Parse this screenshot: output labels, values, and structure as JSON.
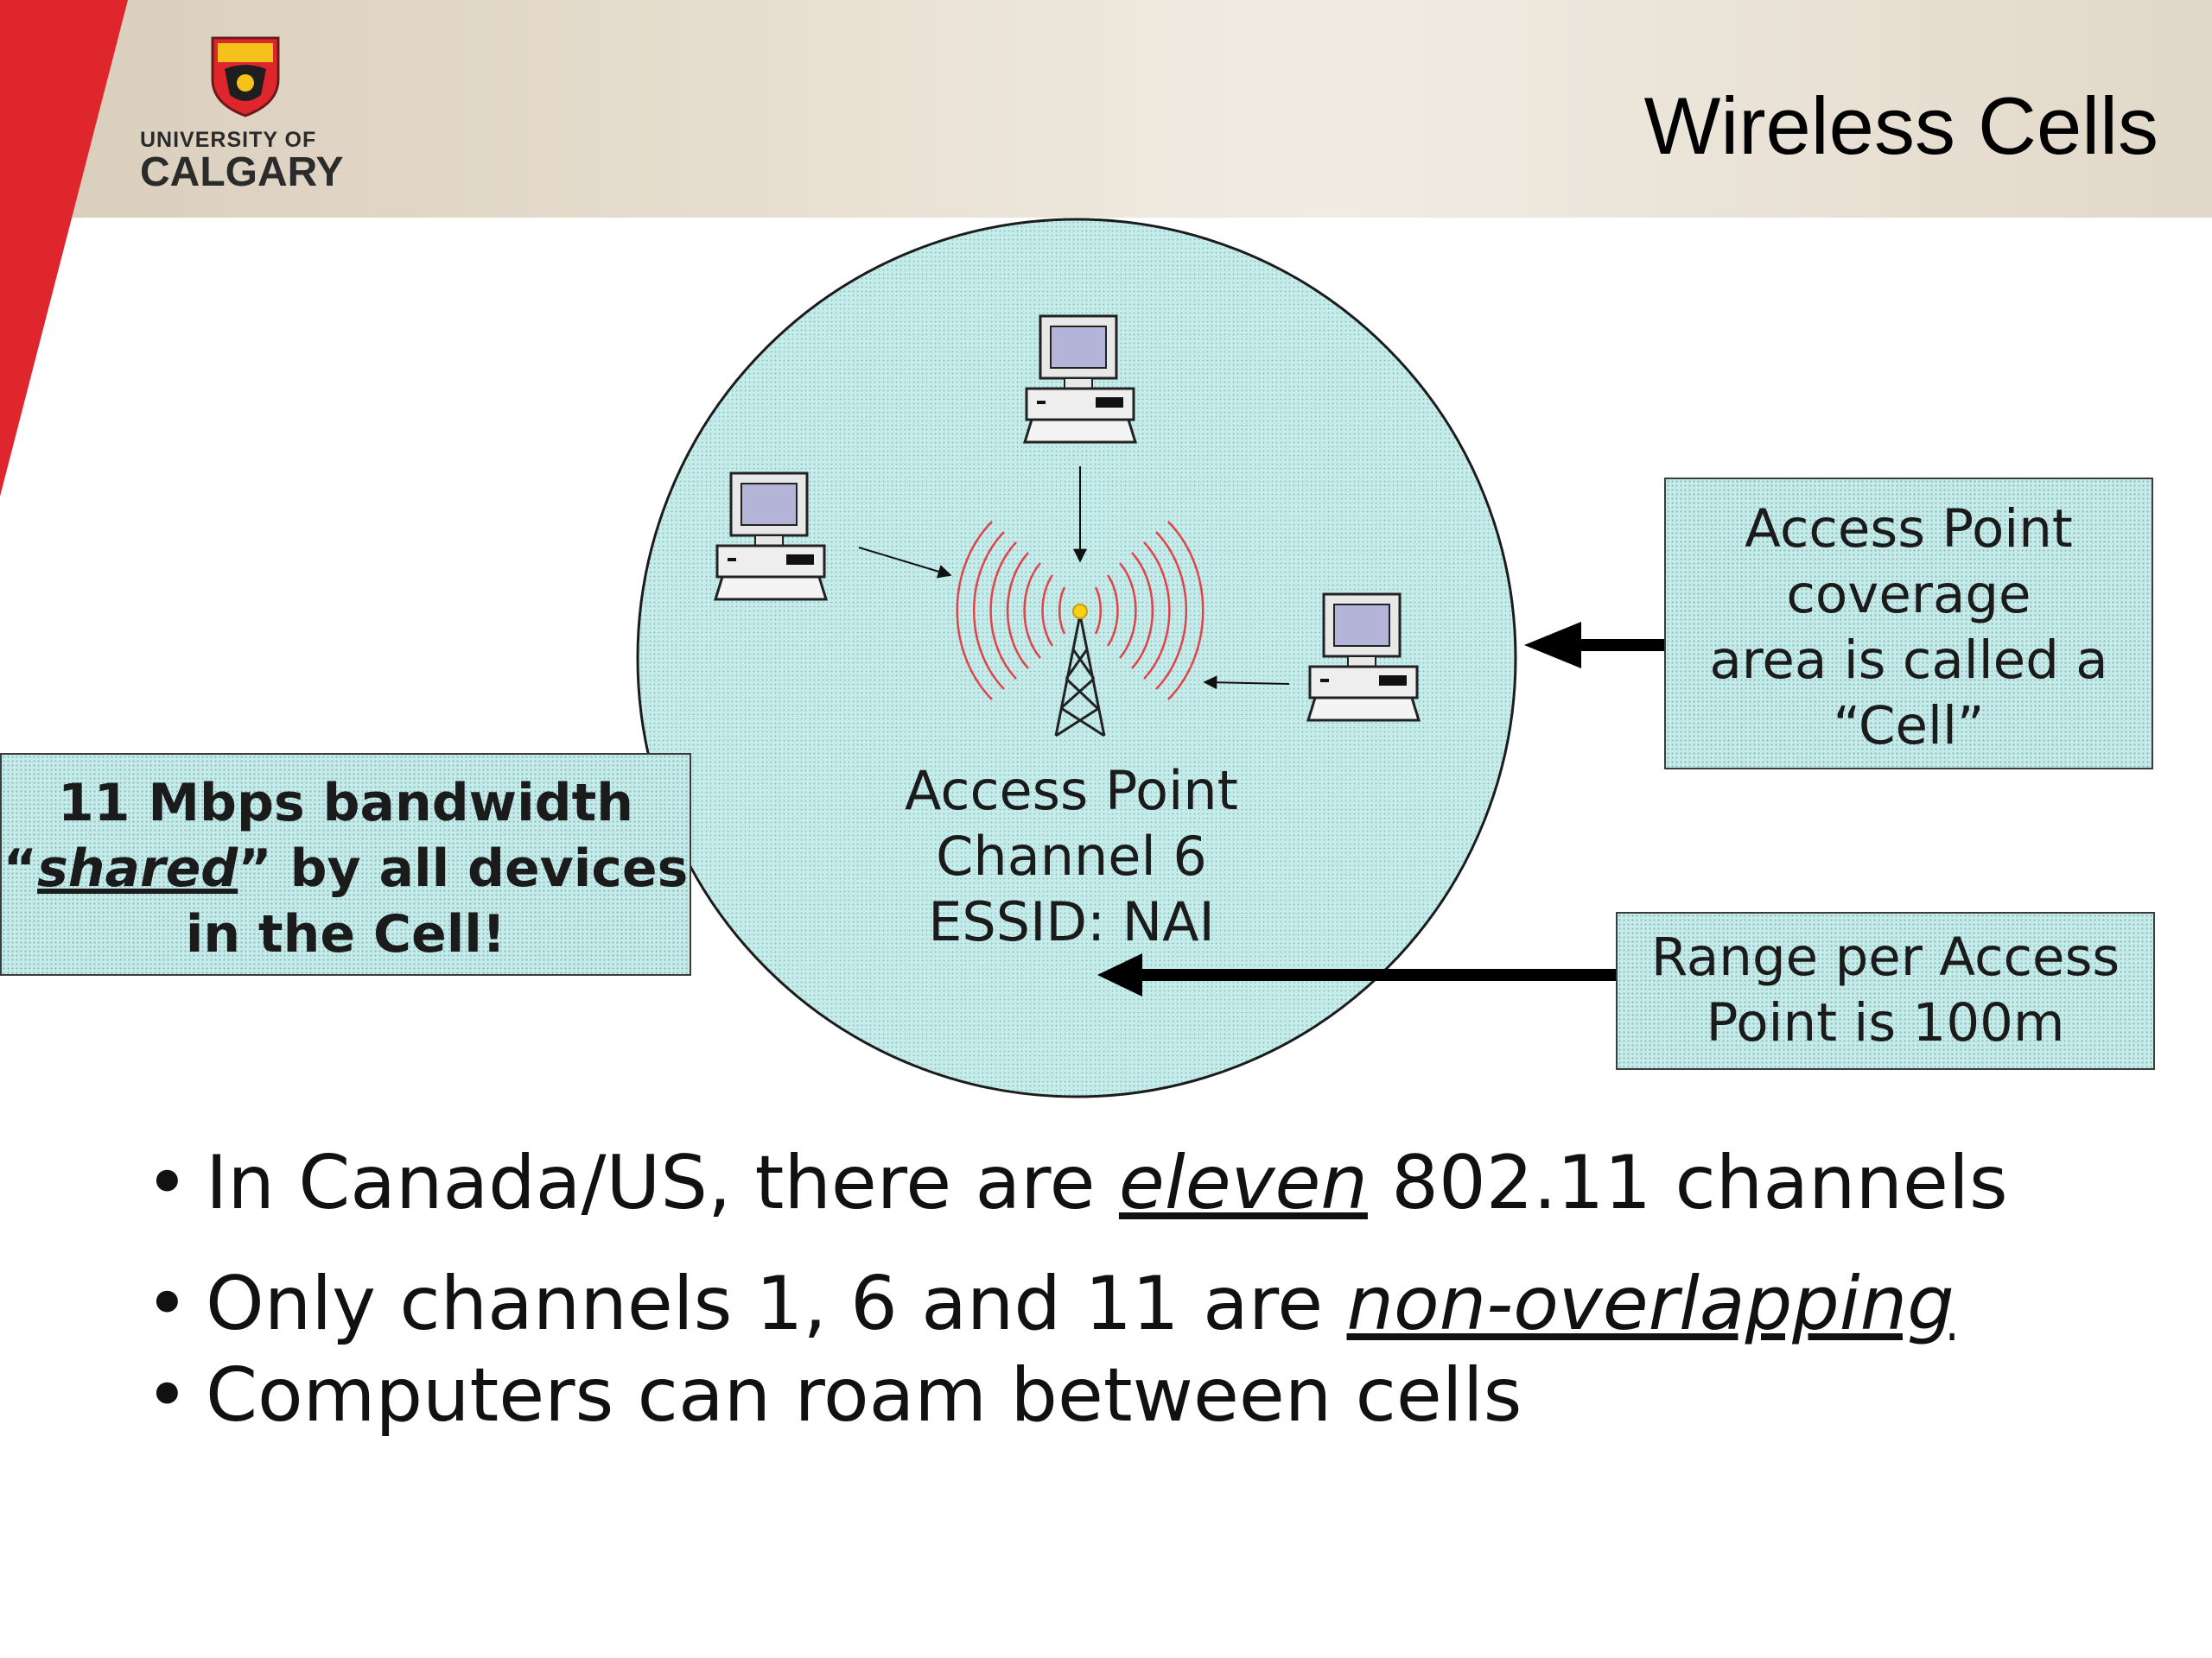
{
  "header": {
    "university_small": "UNIVERSITY OF",
    "university_big": "CALGARY",
    "title": "Wireless Cells"
  },
  "diagram": {
    "cell_note": [
      "Access Point",
      "coverage",
      "area is called a",
      "“Cell”"
    ],
    "range_note": [
      "Range per Access",
      "Point is 100m"
    ],
    "bandwidth_note": {
      "line1": "11 Mbps bandwidth",
      "line2_quote_open": "“",
      "line2_emph": "shared",
      "line2_rest": "” by all devices",
      "line3": "in the Cell!"
    },
    "access_point_label": [
      "Access Point",
      "Channel 6",
      "ESSID: NAI"
    ],
    "colors": {
      "cell_fill": "#c4ecea",
      "signal": "#e0444a",
      "red_band": "#e0262d"
    }
  },
  "bullets": {
    "b1_pre": "In Canada/US, there are ",
    "b1_emph": "eleven",
    "b1_post": " 802.11 channels",
    "b2_pre": "Only channels 1, 6 and 11 are ",
    "b2_emph": "non-overlapping",
    "b3": "Computers can roam between cells"
  }
}
